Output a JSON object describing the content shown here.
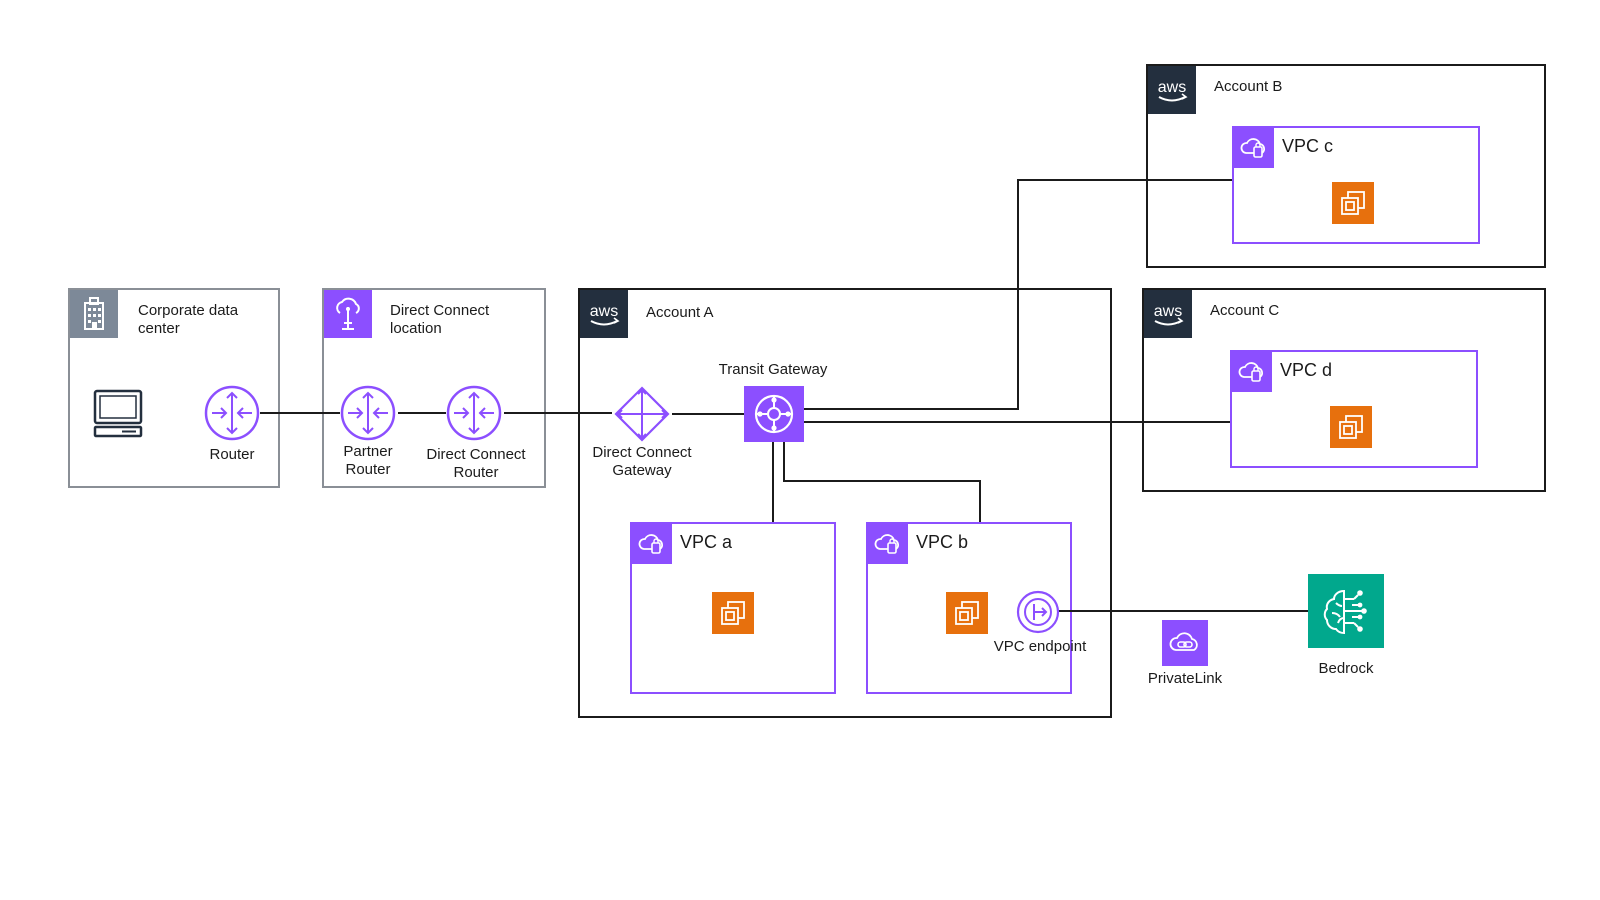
{
  "colors": {
    "networking_purple": "#8c4fff",
    "compute_orange": "#e7700d",
    "ml_teal": "#01a88d",
    "aws_dark": "#232f3e",
    "group_gray": "#7d8998",
    "line": "#1b1b1b"
  },
  "groups": {
    "corporate_dc": {
      "label": "Corporate data\ncenter",
      "icon": "building-icon"
    },
    "dx_location": {
      "label": "Direct Connect\nlocation",
      "icon": "cloud-tower-icon"
    },
    "account_a": {
      "label": "Account A",
      "badge": "aws"
    },
    "account_b": {
      "label": "Account B",
      "badge": "aws"
    },
    "account_c": {
      "label": "Account C",
      "badge": "aws"
    }
  },
  "vpcs": {
    "a": {
      "label": "VPC a"
    },
    "b": {
      "label": "VPC b"
    },
    "c": {
      "label": "VPC c"
    },
    "d": {
      "label": "VPC d"
    }
  },
  "nodes": {
    "server": {
      "icon": "server-icon"
    },
    "router": {
      "label": "Router",
      "icon": "router-icon"
    },
    "partner_router": {
      "label": "Partner\nRouter",
      "icon": "router-icon"
    },
    "dx_router": {
      "label": "Direct Connect\nRouter",
      "icon": "router-icon"
    },
    "dx_gateway": {
      "label": "Direct Connect\nGateway",
      "icon": "direct-connect-gateway-icon"
    },
    "transit_gateway": {
      "label": "Transit Gateway",
      "icon": "transit-gateway-icon"
    },
    "vpc_endpoint": {
      "label": "VPC endpoint",
      "icon": "vpc-endpoint-icon"
    },
    "privatelink": {
      "label": "PrivateLink",
      "icon": "privatelink-icon"
    },
    "bedrock": {
      "label": "Bedrock",
      "icon": "bedrock-icon"
    },
    "ec2_instance": {
      "icon": "ec2-instance-icon"
    }
  }
}
